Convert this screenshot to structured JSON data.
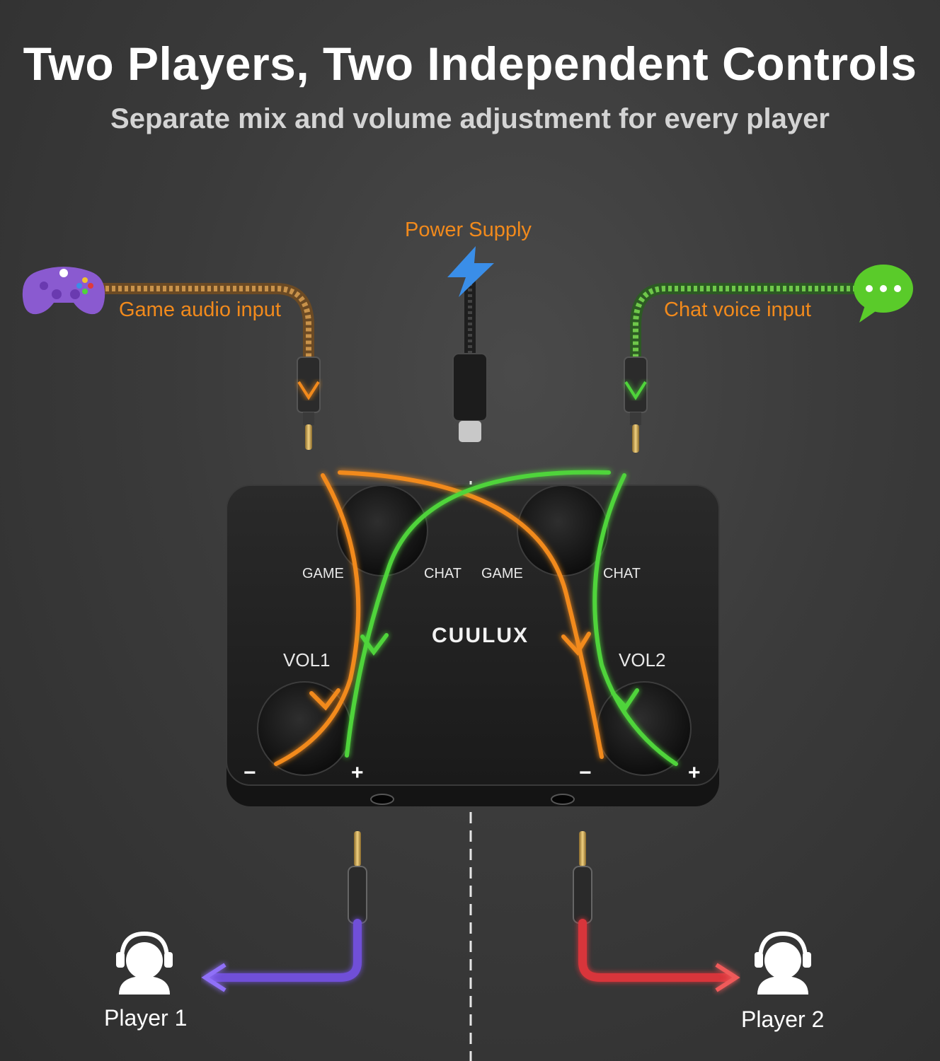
{
  "header": {
    "title": "Two Players, Two Independent Controls",
    "subtitle": "Separate mix and volume adjustment for every player"
  },
  "inputs": {
    "power_label": "Power Supply",
    "game_label": "Game audio input",
    "chat_label": "Chat voice input"
  },
  "device": {
    "brand": "CUULUX",
    "left_game": "GAME",
    "left_chat": "CHAT",
    "right_game": "GAME",
    "right_chat": "CHAT",
    "vol1": "VOL1",
    "vol2": "VOL2",
    "minus": "−",
    "plus": "+"
  },
  "players": {
    "player1": "Player 1",
    "player2": "Player 2"
  },
  "colors": {
    "game_path": "#f28a1c",
    "chat_path": "#4fd43a",
    "power_icon": "#3a8ee8",
    "player1_cable": "#6f4fd8",
    "player2_cable": "#d8343a",
    "controller": "#8a5ad0",
    "chat_bubble": "#5acb2a"
  },
  "icons": [
    "game-controller-icon",
    "lightning-bolt-icon",
    "chat-bubble-icon",
    "headset-user-icon"
  ]
}
